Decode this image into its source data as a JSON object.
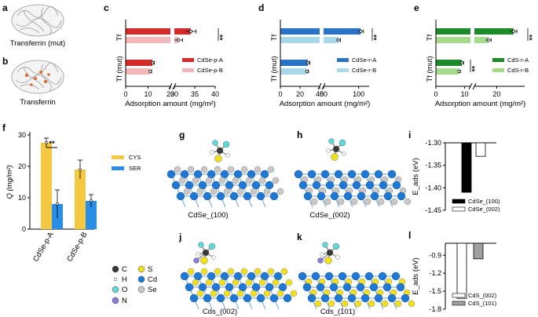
{
  "panels": {
    "a": {
      "letter": "a",
      "caption": "Transferrin (mut)"
    },
    "b": {
      "letter": "b",
      "caption": "Transferrin"
    },
    "f_letter": "f",
    "g_letter": "g",
    "h_letter": "h",
    "i_letter": "i",
    "j_letter": "j",
    "k_letter": "k",
    "l_letter": "l",
    "g": {
      "caption": "CdSe_(100)"
    },
    "h": {
      "caption": "CdSe_(002)"
    },
    "j": {
      "caption": "Cds_(002)"
    },
    "k": {
      "caption": "Cds_(101)"
    }
  },
  "atom_legend": [
    {
      "symbol": "C",
      "color": "#3a3a3a",
      "name": "carbon-atom-icon"
    },
    {
      "symbol": "S",
      "color": "#f0e020",
      "name": "sulfur-atom-icon"
    },
    {
      "symbol": "H",
      "color": "#ffffff",
      "name": "hydrogen-atom-icon"
    },
    {
      "symbol": "Cd",
      "color": "#1e78d4",
      "name": "cadmium-atom-icon"
    },
    {
      "symbol": "O",
      "color": "#5fd8d8",
      "name": "oxygen-atom-icon"
    },
    {
      "symbol": "Se",
      "color": "#c8c8c8",
      "name": "selenium-atom-icon"
    },
    {
      "symbol": "N",
      "color": "#8a7ad8",
      "name": "nitrogen-atom-icon"
    }
  ],
  "chart_data": [
    {
      "id": "c",
      "letter": "c",
      "type": "bar",
      "orientation": "horizontal",
      "categories": [
        "Tf",
        "Tf (mut)"
      ],
      "series": [
        {
          "name": "CdSe-p-A",
          "color": "#d42a2a",
          "values": [
            34,
            12
          ]
        },
        {
          "name": "CdSe-p-B",
          "color": "#f4b6b8",
          "values": [
            31,
            11
          ]
        }
      ],
      "xlabel": "Adsorption amount (mg/m²)",
      "ticks_left": [
        "0",
        "10",
        "20"
      ],
      "ticks_right": [
        "30",
        "35",
        "40"
      ],
      "axis_break": true,
      "significance": [
        "**"
      ]
    },
    {
      "id": "d",
      "letter": "d",
      "type": "bar",
      "orientation": "horizontal",
      "categories": [
        "Tf",
        "Tf (mut)"
      ],
      "series": [
        {
          "name": "CdSe-r-A",
          "color": "#2a72c4",
          "values": [
            103,
            28
          ]
        },
        {
          "name": "CdSe-r-B",
          "color": "#a9d8ea",
          "values": [
            71,
            27
          ]
        }
      ],
      "xlabel": "Adsorption amount (mg/m²)",
      "ticks_left": [
        "0",
        "20",
        "40"
      ],
      "ticks_right": [
        "50",
        "100"
      ],
      "axis_break": true,
      "significance": [
        "**"
      ]
    },
    {
      "id": "e",
      "letter": "e",
      "type": "bar",
      "orientation": "horizontal",
      "categories": [
        "Tf",
        "Tf (mut)"
      ],
      "series": [
        {
          "name": "CdS-r-A",
          "color": "#1f8a2a",
          "values": [
            26,
            9
          ]
        },
        {
          "name": "CdS-r-B",
          "color": "#a4dc8c",
          "values": [
            17,
            8
          ]
        }
      ],
      "xlabel": "Adsorption amount (mg/m²)",
      "ticks_left": [
        "0",
        "10"
      ],
      "ticks_right": [
        "20"
      ],
      "axis_break": true,
      "significance": [
        "**",
        "**"
      ]
    },
    {
      "id": "f",
      "letter": "f",
      "type": "bar",
      "categories": [
        "CdSe-p-A",
        "CdSe-p-B"
      ],
      "series": [
        {
          "name": "CYS",
          "color": "#f4c842",
          "values": [
            27.5,
            19
          ]
        },
        {
          "name": "SER",
          "color": "#2a8de6",
          "values": [
            8,
            9
          ]
        }
      ],
      "ylabel": "Q (mg/m²)",
      "ylim": [
        0,
        30
      ],
      "yticks": [
        "0",
        "10",
        "20",
        "30"
      ],
      "significance": [
        "**"
      ]
    },
    {
      "id": "i",
      "letter": "i",
      "type": "bar",
      "series": [
        {
          "name": "CdSe_(100)",
          "color": "#000000",
          "value": -1.41
        },
        {
          "name": "CdSe_(002)",
          "color": "#ffffff",
          "value": -1.33
        }
      ],
      "ylabel": "E_ads (eV)",
      "ylim": [
        -1.45,
        -1.3
      ],
      "yticks": [
        "-1.30",
        "-1.35",
        "-1.40",
        "-1.45"
      ]
    },
    {
      "id": "l",
      "letter": "l",
      "type": "bar",
      "series": [
        {
          "name": "CdS_(002)",
          "color": "#ffffff",
          "value": -1.62
        },
        {
          "name": "CdS_(101)",
          "color": "#a0a0a0",
          "value": -0.96
        }
      ],
      "ylabel": "E_ads (eV)",
      "ylim": [
        -1.8,
        -0.7
      ],
      "yticks": [
        "-0.9",
        "-1.2",
        "-1.5",
        "-1.8"
      ]
    }
  ]
}
